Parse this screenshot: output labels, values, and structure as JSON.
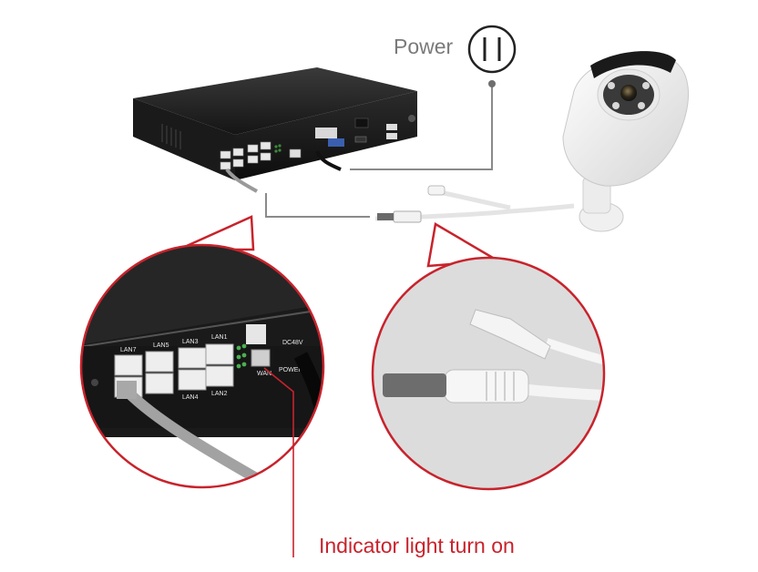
{
  "power": {
    "label": "Power",
    "icon": "power-outlet-icon"
  },
  "indicator": {
    "label": "Indicator light turn on"
  },
  "nvr": {
    "port_labels": [
      "LAN7",
      "LAN5",
      "LAN3",
      "LAN1",
      "LAN4",
      "LAN2",
      "WAN",
      "POWER",
      "DC48V"
    ]
  },
  "colors": {
    "accent_red": "#c8232c",
    "line_gray": "#8a8a8a",
    "device_black": "#1c1c1c",
    "label_gray": "#7a7a7a"
  }
}
